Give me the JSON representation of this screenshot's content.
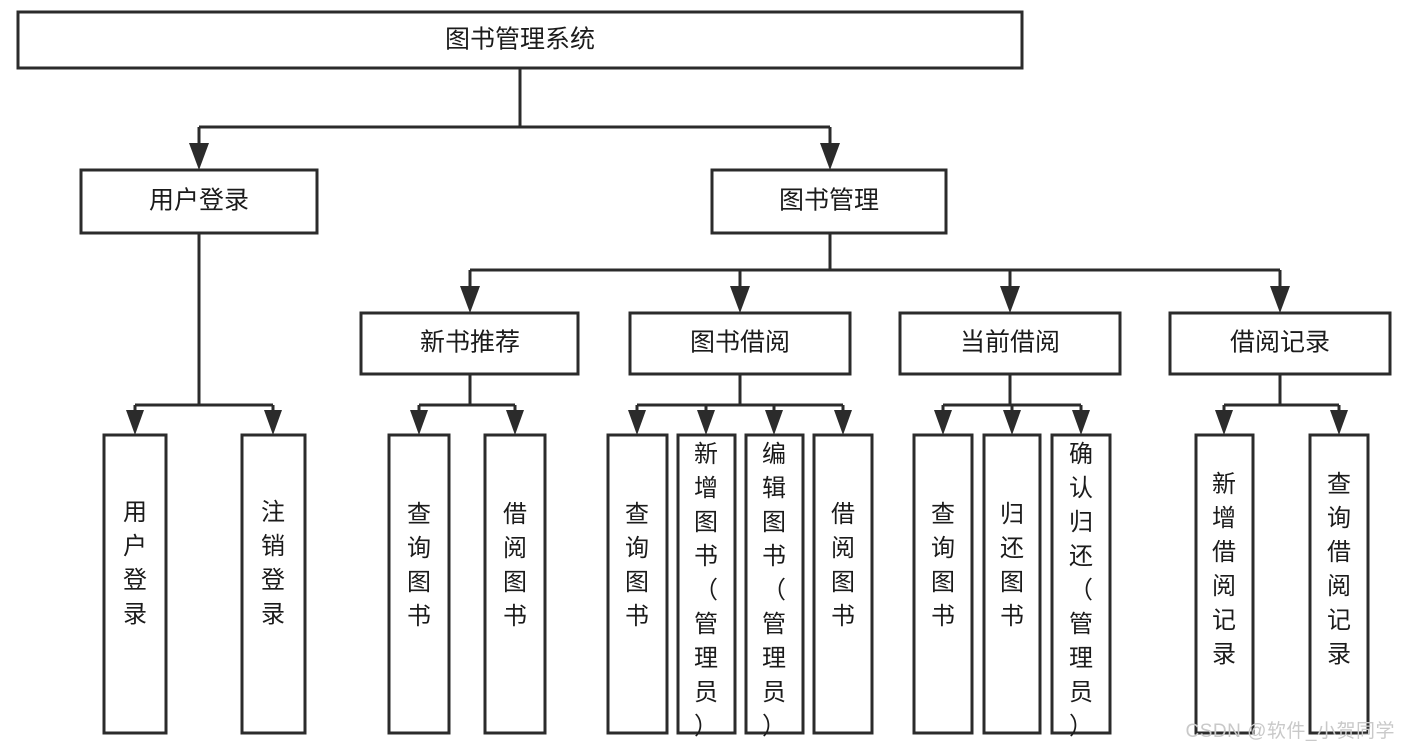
{
  "diagram": {
    "type": "tree",
    "title": "图书管理系统",
    "orientation": "top-down",
    "colors": {
      "box_stroke": "#2b2b2b",
      "box_fill": "#ffffff",
      "text": "#1b1b1b",
      "watermark": "#c9c9c9"
    },
    "nodes": {
      "root": {
        "label": "图书管理系统",
        "level": 1
      },
      "l2": [
        {
          "id": "user-login",
          "label": "用户登录",
          "level": 2
        },
        {
          "id": "book-manage",
          "label": "图书管理",
          "level": 2
        }
      ],
      "l3": [
        {
          "id": "new-book-recommend",
          "label": "新书推荐",
          "level": 3,
          "parent": "book-manage"
        },
        {
          "id": "book-borrow",
          "label": "图书借阅",
          "level": 3,
          "parent": "book-manage"
        },
        {
          "id": "current-borrow",
          "label": "当前借阅",
          "level": 3,
          "parent": "book-manage"
        },
        {
          "id": "borrow-record",
          "label": "借阅记录",
          "level": 3,
          "parent": "book-manage"
        }
      ],
      "leaves": [
        {
          "id": "leaf-user-login",
          "label": "用户登录",
          "parent": "user-login"
        },
        {
          "id": "leaf-user-logout",
          "label": "注销登录",
          "parent": "user-login"
        },
        {
          "id": "leaf-query-book-1",
          "label": "查询图书",
          "parent": "new-book-recommend"
        },
        {
          "id": "leaf-borrow-book-1",
          "label": "借阅图书",
          "parent": "new-book-recommend"
        },
        {
          "id": "leaf-query-book-2",
          "label": "查询图书",
          "parent": "book-borrow"
        },
        {
          "id": "leaf-add-book",
          "label": "新增图书（管理员）",
          "parent": "book-borrow"
        },
        {
          "id": "leaf-edit-book",
          "label": "编辑图书（管理员）",
          "parent": "book-borrow"
        },
        {
          "id": "leaf-borrow-book-2",
          "label": "借阅图书",
          "parent": "book-borrow"
        },
        {
          "id": "leaf-query-book-3",
          "label": "查询图书",
          "parent": "current-borrow"
        },
        {
          "id": "leaf-return-book",
          "label": "归还图书",
          "parent": "current-borrow"
        },
        {
          "id": "leaf-confirm-return",
          "label": "确认归还（管理员）",
          "parent": "current-borrow"
        },
        {
          "id": "leaf-add-record",
          "label": "新增借阅记录",
          "parent": "borrow-record"
        },
        {
          "id": "leaf-query-record",
          "label": "查询借阅记录",
          "parent": "borrow-record"
        }
      ]
    }
  },
  "watermark": {
    "text": "CSDN @软件_小贺同学"
  }
}
